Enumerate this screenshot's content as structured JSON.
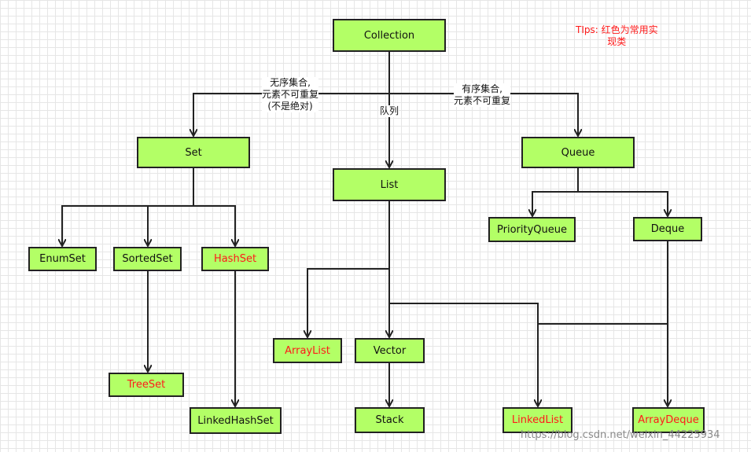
{
  "nodes": {
    "collection": {
      "label": "Collection"
    },
    "set": {
      "label": "Set"
    },
    "list": {
      "label": "List"
    },
    "queue": {
      "label": "Queue"
    },
    "enumset": {
      "label": "EnumSet"
    },
    "sortedset": {
      "label": "SortedSet"
    },
    "hashset": {
      "label": "HashSet",
      "common": true
    },
    "treeset": {
      "label": "TreeSet",
      "common": true
    },
    "linkedhashset": {
      "label": "LinkedHashSet"
    },
    "arraylist": {
      "label": "ArrayList",
      "common": true
    },
    "vector": {
      "label": "Vector"
    },
    "stack": {
      "label": "Stack"
    },
    "linkedlist": {
      "label": "LinkedList",
      "common": true
    },
    "priorityqueue": {
      "label": "PriorityQueue"
    },
    "deque": {
      "label": "Deque"
    },
    "arraydeque": {
      "label": "ArrayDeque",
      "common": true
    }
  },
  "edge_labels": {
    "set_edge": [
      "无序集合,",
      "元素不可重复",
      "(不是绝对)"
    ],
    "list_edge": "队列",
    "queue_edge": [
      "有序集合,",
      "元素不可重复"
    ]
  },
  "tips": [
    "TIps: 红色为常用实",
    "现类"
  ],
  "watermark": "https://blog.csdn.net/weixin_44225934",
  "colors": {
    "node_fill": "#b3ff66",
    "common_text": "#ff1a1a",
    "line": "#222222"
  }
}
